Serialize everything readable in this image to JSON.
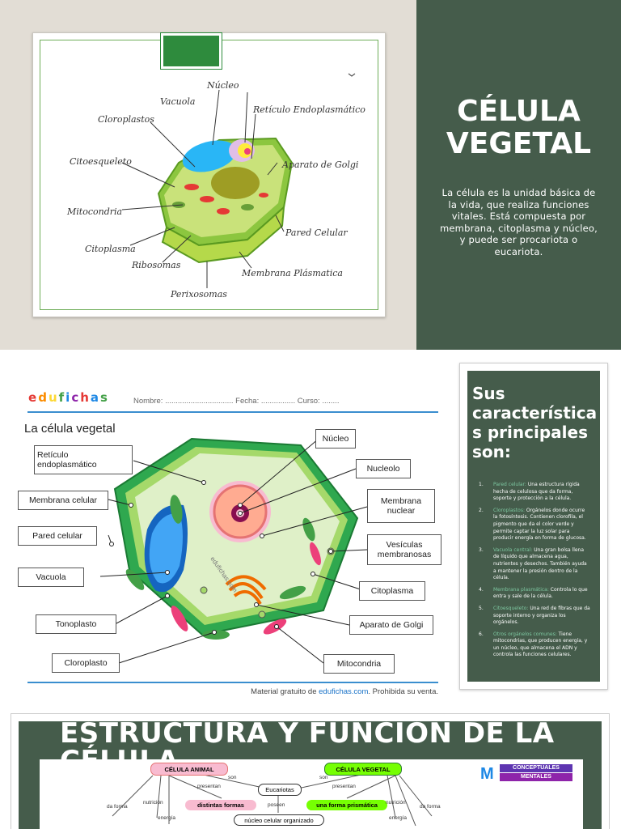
{
  "slide1": {
    "title_line1": "CÉLULA",
    "title_line2": "VEGETAL",
    "description": "La célula es la unidad básica de la vida, que realiza funciones vitales. Está compuesta por membrana, citoplasma y núcleo, y puede ser procariota o eucariota.",
    "diagram_labels": {
      "nucleo": "Núcleo",
      "vacuola": "Vacuola",
      "reticulo": "Retículo Endoplasmático",
      "cloroplastos": "Cloroplastos",
      "citoesqueleto": "Citoesqueleto",
      "golgi": "Aparato de Golgi",
      "mitocondria": "Mitocondria",
      "pared": "Pared Celular",
      "citoplasma": "Citoplasma",
      "ribosomas": "Ribosomas",
      "membrana": "Membrana Plásmatica",
      "perixosomas": "Perixosomas"
    },
    "colors": {
      "panel": "#455c4b",
      "background": "#e2ddd5",
      "accent": "#2e8b3d"
    }
  },
  "slide2": {
    "worksheet": {
      "logo": "edufichas",
      "fields": "Nombre: ................................   Fecha: ................   Curso: ........",
      "heading": "La célula vegetal",
      "watermark": "edufichas.com",
      "footer_prefix": "Material gratuito de ",
      "footer_link": "edufichas.com",
      "footer_suffix": ". Prohibida su venta.",
      "labels": {
        "reticulo": "Retículo endoplasmático",
        "membrana_celular": "Membrana celular",
        "pared_celular": "Pared celular",
        "vacuola": "Vacuola",
        "tonoplasto": "Tonoplasto",
        "cloroplasto": "Cloroplasto",
        "nucleo": "Núcleo",
        "nucleolo": "Nucleolo",
        "membrana_nuclear": "Membrana nuclear",
        "vesiculas": "Vesículas membranosas",
        "citoplasma": "Citoplasma",
        "golgi": "Aparato de Golgi",
        "mitocondria": "Mitocondria"
      }
    },
    "side": {
      "title": "Sus característica s principales son:",
      "items": [
        {
          "num": "1.",
          "term": "Pared celular:",
          "text": " Una estructura rígida hecha de celulosa que da forma, soporte y protección a la célula."
        },
        {
          "num": "2.",
          "term": "Cloroplastos:",
          "text": " Orgánelos donde ocurre la fotosíntesis. Contienen clorofila, el pigmento que da el color verde y permite captar la luz solar para producir energía en forma de glucosa."
        },
        {
          "num": "3.",
          "term": "Vacuola central:",
          "text": " Una gran bolsa llena de líquido que almacena agua, nutrientes y desechos. También ayuda a mantener la presión dentro de la célula."
        },
        {
          "num": "4.",
          "term": "Membrana plasmática:",
          "text": " Controla lo que entra y sale de la célula."
        },
        {
          "num": "5.",
          "term": "Citoesqueleto:",
          "text": " Una red de fibras que da soporte interno y organiza los orgánelos."
        },
        {
          "num": "6.",
          "term": "Otros orgánelos comunes:",
          "text": " Tiene mitocondrias, que producen energía, y un núcleo, que almacena el ADN y controla las funciones celulares."
        }
      ]
    }
  },
  "slide3": {
    "title": "ESTRUCTURA Y FUNCIÓN DE LA CÉLULA",
    "map": {
      "animal": "CÉLULA ANIMAL",
      "vegetal": "CÉLULA VEGETAL",
      "eucariotas": "Eucariotas",
      "distintas": "distintas formas",
      "prismatica": "una forma prismática",
      "nucleo": "núcleo celular organizado",
      "presentan_l": "presentan",
      "presentan_r": "presentan",
      "son_l": "son",
      "son_r": "son",
      "poseen": "poseen",
      "da_forma_l": "da forma",
      "nutricion_l": "nutrición",
      "energia_l": "energía",
      "nutricion_r": "nutrición",
      "da_forma_r": "da forma",
      "energia_r": "energía",
      "logo_line1": "CONCEPTUALES",
      "logo_line2": "MENTALES"
    }
  }
}
